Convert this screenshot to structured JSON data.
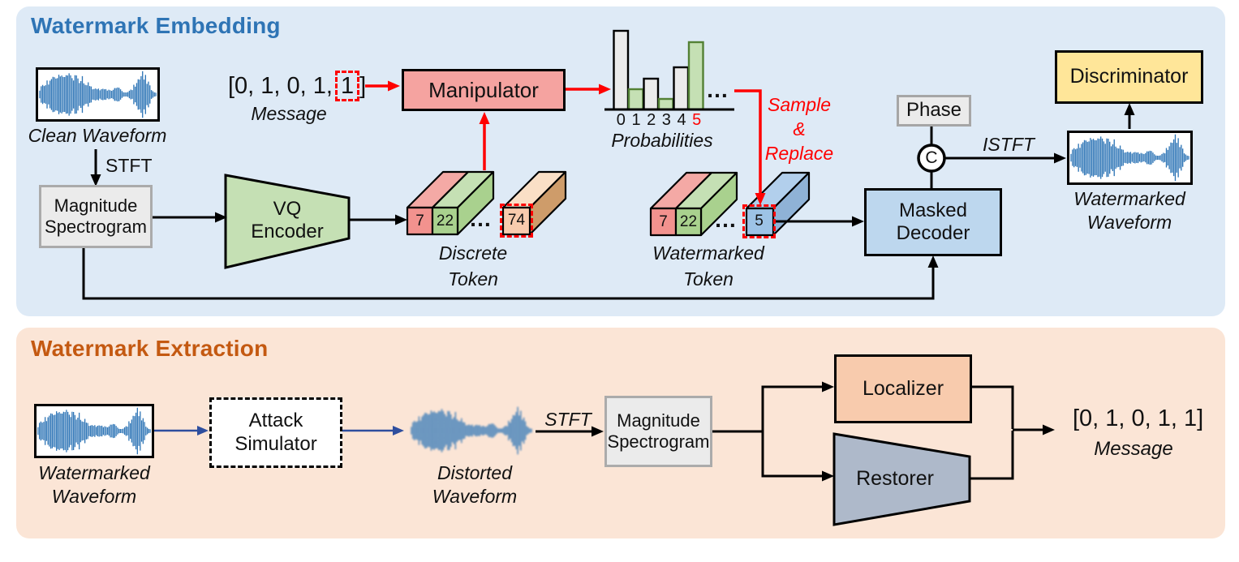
{
  "palette": {
    "embedding_bg": "#DEEAF6",
    "extraction_bg": "#FBE5D6",
    "embedding_title": "#2E74B5",
    "extraction_title": "#C45911",
    "manipulator": "#F5A3A0",
    "vq_encoder": "#C5E0B4",
    "masked_decoder": "#BDD7EE",
    "discriminator": "#FFE699",
    "localizer": "#F8CBAD",
    "restorer": "#AEB9CA",
    "phase_fill": "#EBEBEB",
    "spectrogram_fill": "#EBEBEB",
    "token_red": "#F2928E",
    "token_green": "#A9D18E",
    "token_tan": "#F8CBAD",
    "token_blue": "#9DC3E6",
    "bar_gray": "#EBEBEB",
    "bar_green": "#C5E0B4",
    "bar_green_border": "#538135",
    "waveform_blue": "#2E75B6",
    "arrow_red": "#FF0000",
    "arrow_blue": "#2E4E9E"
  },
  "embedding": {
    "title": "Watermark Embedding",
    "clean_waveform_label": "Clean Waveform",
    "stft_label": "STFT",
    "magnitude_spectrogram": "Magnitude Spectrogram",
    "vq_encoder": "VQ Encoder",
    "message": {
      "prefix": "[0, 1, 0, 1,",
      "highlighted_bit": "1",
      "suffix": "]",
      "label": "Message"
    },
    "manipulator": "Manipulator",
    "probabilities": {
      "type": "bar",
      "categories": [
        "0",
        "1",
        "2",
        "3",
        "4",
        "5"
      ],
      "values": [
        0.97,
        0.25,
        0.38,
        0.13,
        0.52,
        0.83
      ],
      "bar_colors": [
        "gray",
        "green",
        "gray",
        "green",
        "gray",
        "green"
      ],
      "highlight_category": "5",
      "label": "Probabilities",
      "ellipsis": "…"
    },
    "sample_replace": {
      "line1": "Sample",
      "line2": "&",
      "line3": "Replace"
    },
    "discrete_token": {
      "cells": [
        "7",
        "22"
      ],
      "ellipsis": "…",
      "replaced_cell": "74",
      "label": "Discrete Token"
    },
    "watermarked_token": {
      "cells": [
        "7",
        "22"
      ],
      "ellipsis": "…",
      "replaced_cell": "5",
      "label": "Watermarked Token"
    },
    "masked_decoder": "Masked Decoder",
    "phase": "Phase",
    "concat_symbol": "C",
    "istft_label": "ISTFT",
    "watermarked_waveform_label": "Watermarked Waveform",
    "discriminator": "Discriminator"
  },
  "extraction": {
    "title": "Watermark Extraction",
    "watermarked_waveform_label": "Watermarked Waveform",
    "attack_simulator": "Attack Simulator",
    "distorted_waveform_label": "Distorted Waveform",
    "stft_label": "STFT",
    "magnitude_spectrogram": "Magnitude Spectrogram",
    "localizer": "Localizer",
    "restorer": "Restorer",
    "message": {
      "value": "[0, 1, 0, 1, 1]",
      "label": "Message"
    }
  }
}
